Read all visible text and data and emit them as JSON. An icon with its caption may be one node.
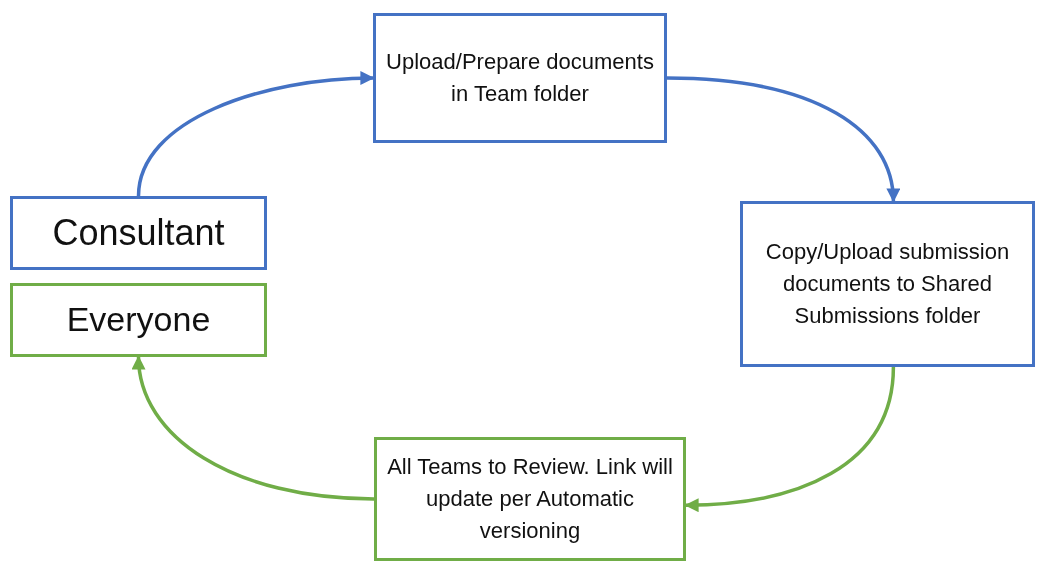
{
  "diagram": {
    "nodes": [
      {
        "text": [
          "Consultant"
        ]
      },
      {
        "text": [
          "Everyone"
        ]
      },
      {
        "text": [
          "Upload/Prepare documents in Team folder"
        ]
      },
      {
        "text": [
          "Copy/Upload submission documents to Shared Submissions folder"
        ]
      },
      {
        "text": [
          "All Teams to Review. Link will update per Automatic versioning"
        ]
      }
    ],
    "edges": [
      {
        "from": 0,
        "to": 2,
        "arrow": "to",
        "color": "#4472c4"
      },
      {
        "from": 2,
        "to": 3,
        "arrow": "to",
        "color": "#4472c4"
      },
      {
        "from": 3,
        "to": 4,
        "arrow": "to",
        "color": "#70ad47"
      },
      {
        "from": 4,
        "to": 1,
        "arrow": "to",
        "color": "#70ad47"
      }
    ]
  }
}
